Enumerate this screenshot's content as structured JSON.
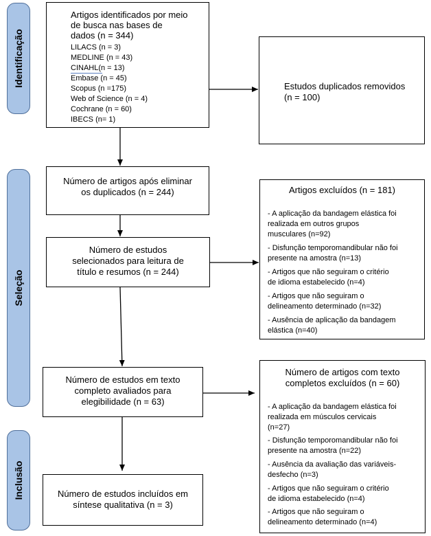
{
  "stages": {
    "identification": "Identificação",
    "selection": "Seleção",
    "inclusion": "Inclusão"
  },
  "boxes": {
    "identified": {
      "lines": [
        "Artigos identificados por meio",
        "de busca nas bases de",
        "dados (n = 344)"
      ],
      "sources": [
        "LILACS (n = 3)",
        "MEDLINE (n = 43)",
        "CINAHL(n = 13)",
        "Embase (n = 45)",
        "Scopus (n =175)",
        "Web of Science (n = 4)",
        "Cochrane (n = 60)",
        "IBECS (n= 1)"
      ]
    },
    "duplicates": {
      "lines": [
        "Estudos duplicados removidos",
        "(n = 100)"
      ]
    },
    "after_dup": {
      "lines": [
        "Número de artigos após eliminar",
        "os duplicados (n = 244)"
      ]
    },
    "screened": {
      "lines": [
        "Número de estudos",
        "selecionados para leitura de",
        "título e resumos (n = 244)"
      ]
    },
    "excluded": {
      "title": "Artigos excluídos (n = 181)",
      "items": [
        [
          "- A aplicação da bandagem elástica foi",
          "realizada em outros grupos",
          "musculares (n=92)"
        ],
        [
          "- Disfunção temporomandibular não foi",
          "presente na amostra (n=13)"
        ],
        [
          "- Artigos que não seguiram o critério",
          "de idioma estabelecido (n=4)"
        ],
        [
          "- Artigos que não seguiram o",
          "delineamento determinado (n=32)"
        ],
        [
          "- Ausência de aplicação da bandagem",
          "elástica (n=40)"
        ]
      ]
    },
    "fulltext": {
      "lines": [
        "Número de estudos em texto",
        "completo avaliados para",
        "elegibilidade (n = 63)"
      ]
    },
    "fulltext_excluded": {
      "title": [
        "Número de artigos com texto",
        "completos excluídos (n = 60)"
      ],
      "items": [
        [
          "- A aplicação da bandagem elástica foi",
          "realizada em músculos cervicais",
          "(n=27)"
        ],
        [
          "- Disfunção temporomandibular não foi",
          "presente na amostra (n=22)"
        ],
        [
          "- Ausência da avaliação das variáveis-",
          "desfecho (n=3)"
        ],
        [
          "- Artigos que não seguiram o critério",
          "de idioma estabelecido (n=4)"
        ],
        [
          "- Artigos que não seguiram o",
          "delineamento determinado (n=4)"
        ]
      ]
    },
    "included": {
      "lines": [
        "Número de estudos incluídos em",
        "síntese qualitativa (n = 3)"
      ]
    }
  }
}
